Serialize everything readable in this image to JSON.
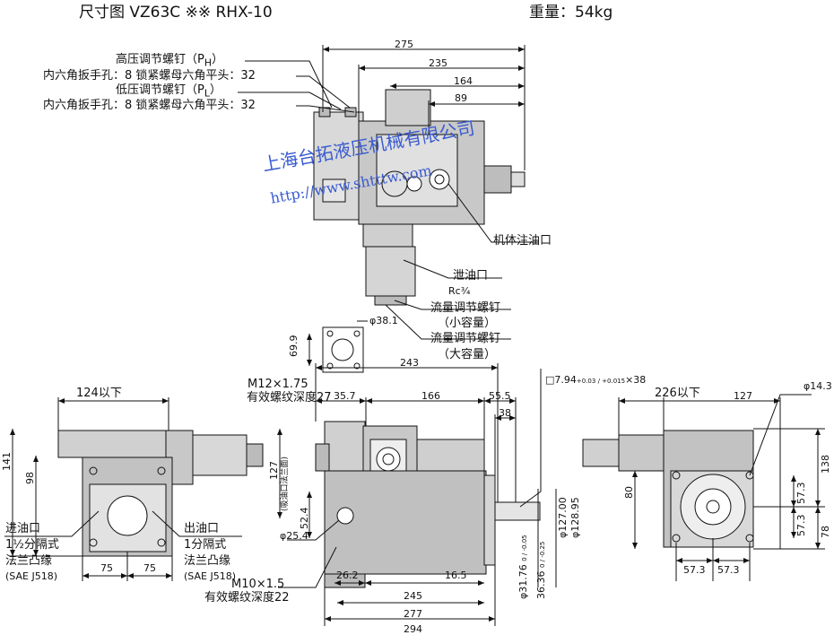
{
  "header": {
    "title": "尺寸图  VZ63C ※※ RHX-10",
    "weight": "重量：54kg"
  },
  "watermark": {
    "company": "上海台拓液压机械有限公司",
    "url": "http://www.shtttw.com"
  },
  "top_view": {
    "callouts": {
      "ph_screw": "高压调节螺钉（P",
      "ph_sub": "H",
      "ph_hex": "内六角扳手孔：8 锁紧螺母六角平头：32",
      "pl_screw": "低压调节螺钉（P",
      "pl_sub": "L",
      "pl_hex": "内六角扳手孔：8 锁紧螺母六角平头：32",
      "body_fill": "机体注油口",
      "drain": "泄油口",
      "drain_size": "Rc¾",
      "flow_small": "流量调节螺钉",
      "flow_small_sub": "（小容量）",
      "flow_large": "流量调节螺钉",
      "flow_large_sub": "（大容量）"
    },
    "dims": {
      "d275": "275",
      "d235": "235",
      "d164": "164",
      "d89": "89"
    }
  },
  "flange_detail": {
    "d_hole": "φ38.1",
    "h69": "69.9",
    "thread": "M12×1.75",
    "thread_depth": "有效螺纹深度27"
  },
  "left_view": {
    "width_label": "124以下",
    "d141": "141",
    "d98": "98",
    "d75a": "75",
    "d75b": "75",
    "inlet": {
      "name": "进油口",
      "type": "1½分隔式",
      "flange": "法兰凸缘",
      "std": "(SAE  J518)"
    },
    "outlet": {
      "name": "出油口",
      "type": "1分隔式",
      "flange": "法兰凸缘",
      "std": "(SAE  J518)"
    }
  },
  "front_view": {
    "d243": "243",
    "d35_7": "35.7",
    "d166": "166",
    "d55_5": "55.5",
    "d38": "38",
    "d127": "127",
    "d127_note": "(吸油口法兰面)",
    "d52_4": "52.4",
    "d25_4": "φ25.4",
    "d26_2": "26.2",
    "d16_5": "16.5",
    "d245": "245",
    "d277": "277",
    "d294": "294",
    "thread": "M10×1.5",
    "thread_depth": "有效螺纹深度22",
    "d_phi127": "φ127.00",
    "d_phi128": "φ128.95",
    "d_shaft": "φ31.76",
    "d_shaft_tol": "0 / -0.05",
    "d36_3": "36.36",
    "d36_3_tol": "0 / -0.25",
    "key_spec": "□7.94",
    "key_tol": "+0.03 / +0.015",
    "key_len": "×38"
  },
  "right_view": {
    "width_label": "226以下",
    "d127": "127",
    "d14_3": "φ14.3",
    "d138": "138",
    "d80": "80",
    "d57_3a": "57.3",
    "d57_3b": "57.3",
    "d57_3c": "57.3",
    "d57_3d": "57.3",
    "d78": "78"
  }
}
